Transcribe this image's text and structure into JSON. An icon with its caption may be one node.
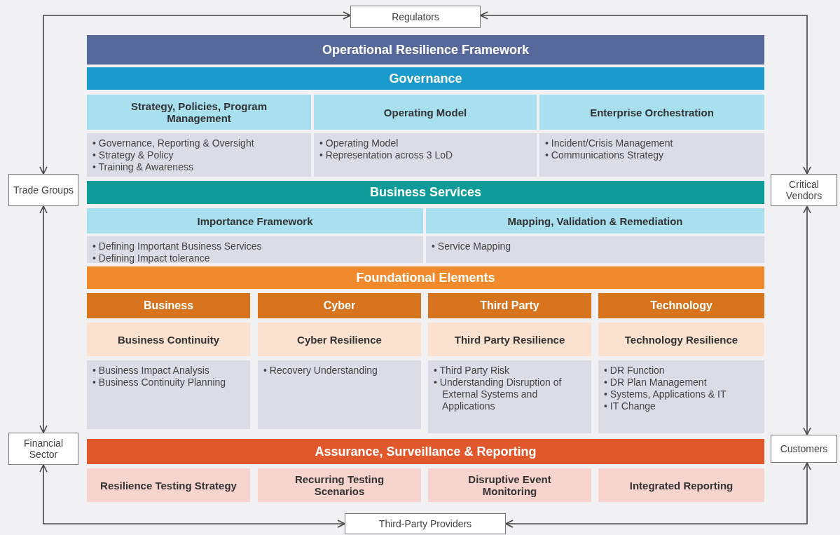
{
  "diagram": {
    "nodes": [
      {
        "text": [
          "Regulators"
        ]
      },
      {
        "text": [
          "Trade Groups"
        ]
      },
      {
        "text": [
          "Critical Vendors"
        ]
      },
      {
        "text": [
          "Operational Resilience Framework"
        ]
      },
      {
        "text": [
          "Governance"
        ]
      },
      {
        "text": [
          "Strategy, Policies, Program Management"
        ]
      },
      {
        "text": [
          "Operating Model"
        ]
      },
      {
        "text": [
          "Enterprise Orchestration"
        ]
      },
      {
        "text": [
          "• Governance, Reporting & Oversight",
          "• Strategy & Policy",
          "• Training & Awareness"
        ]
      },
      {
        "text": [
          "• Operating Model",
          "• Representation across 3 LoD"
        ]
      },
      {
        "text": [
          "• Incident/Crisis Management",
          "• Communications Strategy"
        ]
      },
      {
        "text": [
          "Business Services"
        ]
      },
      {
        "text": [
          "Importance Framework"
        ]
      },
      {
        "text": [
          "Mapping, Validation & Remediation"
        ]
      },
      {
        "text": [
          "• Defining Important Business Services",
          "• Defining Impact tolerance"
        ]
      },
      {
        "text": [
          "• Service Mapping"
        ]
      },
      {
        "text": [
          "Foundational Elements"
        ]
      },
      {
        "text": [
          "Business"
        ]
      },
      {
        "text": [
          "Cyber"
        ]
      },
      {
        "text": [
          "Third Party"
        ]
      },
      {
        "text": [
          "Technology"
        ]
      },
      {
        "text": [
          "Business Continuity"
        ]
      },
      {
        "text": [
          "Cyber Resilience"
        ]
      },
      {
        "text": [
          "Third Party Resilience"
        ]
      },
      {
        "text": [
          "Technology Resilience"
        ]
      },
      {
        "text": [
          "• Business Impact Analysis",
          "• Business Continuity Planning"
        ]
      },
      {
        "text": [
          "• Recovery Understanding"
        ]
      },
      {
        "text": [
          "• Third Party Risk",
          "• Understanding Disruption of External Systems and Applications"
        ]
      },
      {
        "text": [
          "• DR Function",
          "• DR Plan Management",
          "• Systems, Applications & IT",
          "• IT Change"
        ]
      },
      {
        "text": [
          "Financial Sector"
        ]
      },
      {
        "text": [
          "Customers"
        ]
      },
      {
        "text": [
          "Assurance, Surveillance & Reporting"
        ]
      },
      {
        "text": [
          "Resilience Testing Strategy"
        ]
      },
      {
        "text": [
          "Recurring Testing Scenarios"
        ]
      },
      {
        "text": [
          "Disruptive Event Monitoring"
        ]
      },
      {
        "text": [
          "Integrated Reporting"
        ]
      },
      {
        "text": [
          "Third-Party Providers"
        ]
      }
    ],
    "edges": [
      {
        "from": 0,
        "to": 1,
        "arrow": "both"
      },
      {
        "from": 0,
        "to": 2,
        "arrow": "both"
      },
      {
        "from": 1,
        "to": 29,
        "arrow": "both"
      },
      {
        "from": 2,
        "to": 30,
        "arrow": "both"
      },
      {
        "from": 29,
        "to": 36,
        "arrow": "both"
      },
      {
        "from": 30,
        "to": 36,
        "arrow": "both"
      }
    ]
  }
}
